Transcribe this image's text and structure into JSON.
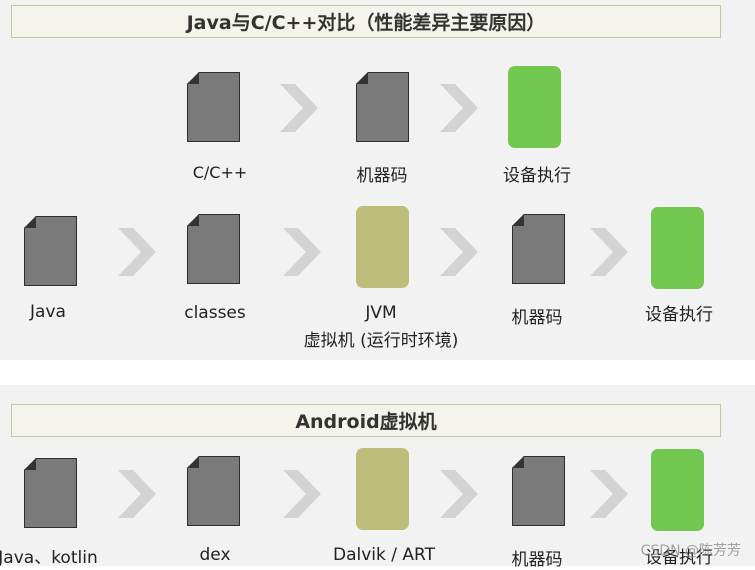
{
  "section1": {
    "title": "Java与C/C++对比（性能差异主要原因）",
    "row1": {
      "labels": [
        "C/C++",
        "机器码",
        "设备执行"
      ]
    },
    "row2": {
      "labels": [
        "Java",
        "classes",
        "JVM",
        "机器码",
        "设备执行"
      ],
      "jvm_sublabel": "虚拟机 (运行时环境)"
    }
  },
  "section2": {
    "title": "Android虚拟机",
    "row": {
      "labels": [
        "Java、kotlin",
        "dex",
        "Dalvik / ART",
        "机器码",
        "设备执行"
      ]
    }
  },
  "watermark": "CSDN @陈芳芳",
  "colors": {
    "document": "#7a7a7a",
    "device_green": "#71c74f",
    "vm_olive": "#bcbd7a",
    "arrow": "#d3d3d3",
    "title_border": "#bfc99f"
  }
}
